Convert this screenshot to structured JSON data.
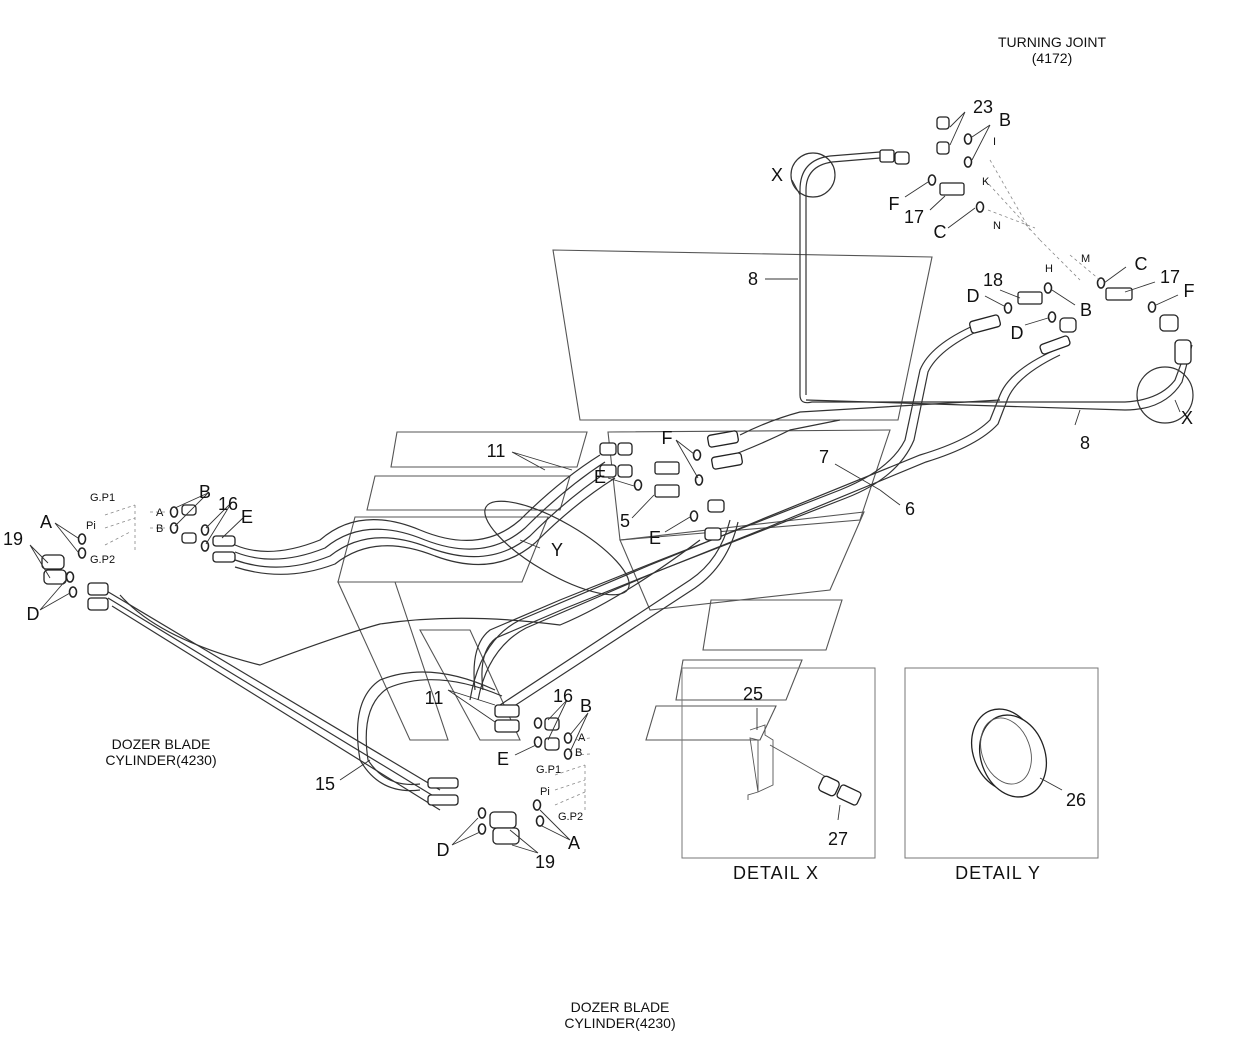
{
  "diagram": {
    "title_turning_joint": "TURNING JOINT",
    "title_turning_joint_ref": "(4172)",
    "dozer_left_line1": "DOZER BLADE",
    "dozer_left_line2": "CYLINDER(4230)",
    "dozer_bottom_line1": "DOZER BLADE",
    "dozer_bottom_line2": "CYLINDER(4230)",
    "detail_x": "DETAIL  X",
    "detail_y": "DETAIL  Y",
    "callouts": {
      "n23": "23",
      "n17a": "17",
      "n17b": "17",
      "n18": "18",
      "n8a": "8",
      "n8b": "8",
      "n7": "7",
      "n6": "6",
      "n5": "5",
      "n11a": "11",
      "n11b": "11",
      "n16a": "16",
      "n16b": "16",
      "n19a": "19",
      "n19b": "19",
      "n15": "15",
      "n25": "25",
      "n26": "26",
      "n27": "27",
      "xa": "X",
      "xb": "X",
      "ya": "Y",
      "ba": "B",
      "bb": "B",
      "bc": "B",
      "bd": "B",
      "ca": "C",
      "cb": "C",
      "da": "D",
      "db": "D",
      "dc": "D",
      "dd": "D",
      "ea": "E",
      "eb": "E",
      "ec": "E",
      "ed": "E",
      "fa": "F",
      "fb": "F",
      "fc": "F",
      "aa": "A",
      "ab": "A"
    },
    "ports": {
      "i": "I",
      "k": "K",
      "n": "N",
      "m": "M",
      "h": "H",
      "gp1a": "G.P1",
      "pia": "Pi",
      "gp2a": "G.P2",
      "pa": "A",
      "pb": "B",
      "gp1b": "G.P1",
      "pib": "Pi",
      "gp2b": "G.P2",
      "pc": "A",
      "pd": "B"
    }
  }
}
